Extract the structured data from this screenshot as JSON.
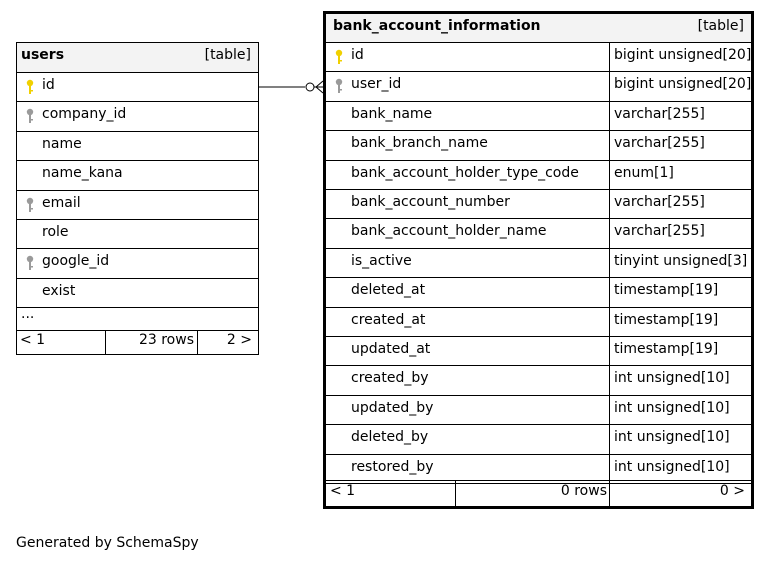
{
  "tables": {
    "users": {
      "name": "users",
      "type": "[table]",
      "rows": [
        {
          "name": "id",
          "key": "primary"
        },
        {
          "name": "company_id",
          "key": "index"
        },
        {
          "name": "name",
          "key": ""
        },
        {
          "name": "name_kana",
          "key": ""
        },
        {
          "name": "email",
          "key": "index"
        },
        {
          "name": "role",
          "key": ""
        },
        {
          "name": "google_id",
          "key": "index"
        },
        {
          "name": "exist",
          "key": ""
        }
      ],
      "more": "...",
      "footer": {
        "prev": "< 1",
        "rows": "23 rows",
        "next": "2 >"
      }
    },
    "bank_account_information": {
      "name": "bank_account_information",
      "type": "[table]",
      "rows": [
        {
          "name": "id",
          "datatype": "bigint unsigned[20]",
          "key": "primary"
        },
        {
          "name": "user_id",
          "datatype": "bigint unsigned[20]",
          "key": "index"
        },
        {
          "name": "bank_name",
          "datatype": "varchar[255]",
          "key": ""
        },
        {
          "name": "bank_branch_name",
          "datatype": "varchar[255]",
          "key": ""
        },
        {
          "name": "bank_account_holder_type_code",
          "datatype": "enum[1]",
          "key": ""
        },
        {
          "name": "bank_account_number",
          "datatype": "varchar[255]",
          "key": ""
        },
        {
          "name": "bank_account_holder_name",
          "datatype": "varchar[255]",
          "key": ""
        },
        {
          "name": "is_active",
          "datatype": "tinyint unsigned[3]",
          "key": ""
        },
        {
          "name": "deleted_at",
          "datatype": "timestamp[19]",
          "key": ""
        },
        {
          "name": "created_at",
          "datatype": "timestamp[19]",
          "key": ""
        },
        {
          "name": "updated_at",
          "datatype": "timestamp[19]",
          "key": ""
        },
        {
          "name": "created_by",
          "datatype": "int unsigned[10]",
          "key": ""
        },
        {
          "name": "updated_by",
          "datatype": "int unsigned[10]",
          "key": ""
        },
        {
          "name": "deleted_by",
          "datatype": "int unsigned[10]",
          "key": ""
        },
        {
          "name": "restored_by",
          "datatype": "int unsigned[10]",
          "key": ""
        }
      ],
      "footer": {
        "prev": "< 1",
        "rows": "0 rows",
        "next": "0 >"
      }
    }
  },
  "relationship": {
    "from": "users.id",
    "to": "bank_account_information.user_id",
    "style": "zero-or-many"
  },
  "colors": {
    "primary_key": "#f0d000",
    "index_key": "#9a9a9a",
    "header_bg": "#f3f3f3"
  },
  "footer_note": "Generated by SchemaSpy"
}
